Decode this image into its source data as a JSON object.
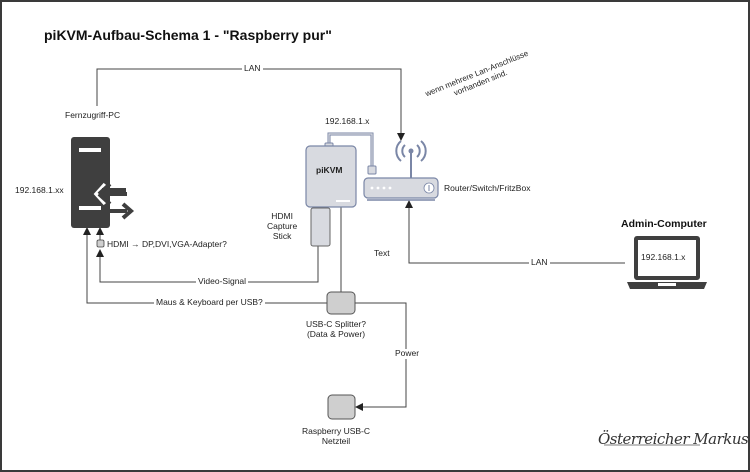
{
  "title": "piKVM-Aufbau-Schema 1 - \"Raspberry pur\"",
  "nodes": {
    "remote_pc": {
      "label": "Fernzugriff-PC",
      "ip": "192.168.1.xx",
      "icon": "server-tower-icon"
    },
    "pikvm": {
      "label": "piKVM",
      "ip": "192.168.1.x",
      "icon": "pikvm-device-icon"
    },
    "hdmi_stick": {
      "label_lines": [
        "HDMI",
        "Capture",
        "Stick"
      ]
    },
    "router": {
      "label": "Router/Switch/FritzBox",
      "icon": "wifi-router-icon",
      "note_lines": [
        "wenn mehrere Lan-Anschlüsse",
        "vorhanden sind."
      ]
    },
    "admin": {
      "title": "Admin-Computer",
      "ip": "192.168.1.x",
      "icon": "laptop-icon"
    },
    "usb_splitter": {
      "label_lines": [
        "USB-C Splitter?",
        "(Data & Power)"
      ]
    },
    "power_supply": {
      "label_lines": [
        "Raspberry USB-C",
        "Netzteil"
      ]
    },
    "hdmi_adapter": {
      "label": "HDMI → DP,DVI,VGA-Adapter?"
    }
  },
  "edges": {
    "lan_top": "LAN",
    "lan_admin": "LAN",
    "video": "Video-Signal",
    "usb": "Maus & Keyboard per USB?",
    "power": "Power",
    "text": "Text"
  },
  "signature": "Österreicher Markus",
  "colors": {
    "device_fill": "#d8dae0",
    "device_stroke": "#7a86a6",
    "server": "#3f3f3f",
    "line": "#333333"
  }
}
